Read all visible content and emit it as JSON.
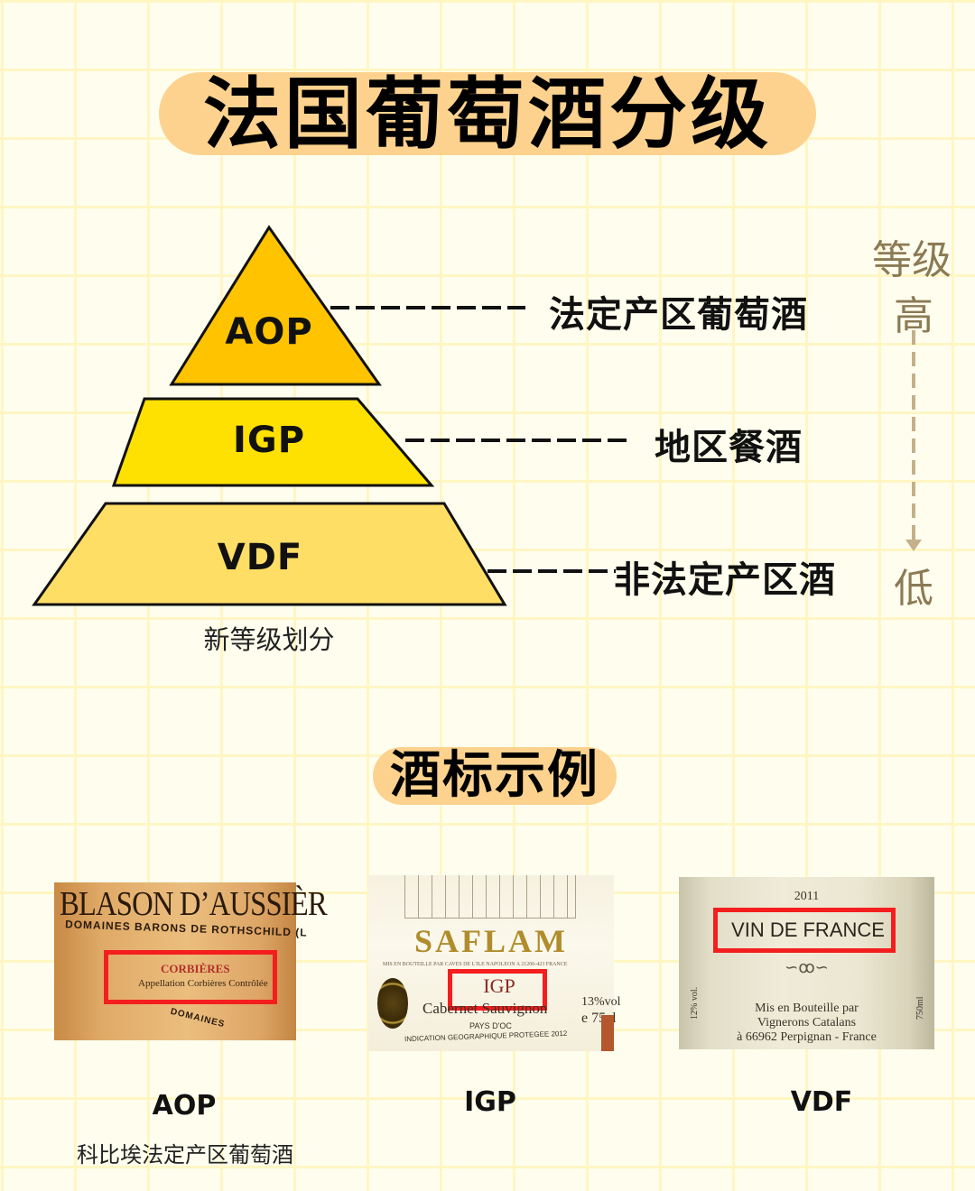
{
  "header": {
    "title": "法国葡萄酒分级"
  },
  "pyramid": {
    "caption": "新等级划分",
    "tiers": [
      {
        "code": "AOP",
        "description": "法定产区葡萄酒",
        "color": "#FFC300"
      },
      {
        "code": "IGP",
        "description": "地区餐酒",
        "color": "#FFE100"
      },
      {
        "code": "VDF",
        "description": "非法定产区酒",
        "color": "#FFDE66"
      }
    ],
    "scale": {
      "label": "等级",
      "high": "高",
      "low": "低",
      "text_color": "#8C7A55",
      "arrow_color": "#C4B08A"
    }
  },
  "examples": {
    "section_title": "酒标示例",
    "highlight_color": "#F41E1E",
    "items": [
      {
        "code": "AOP",
        "subtitle": "科比埃法定产区葡萄酒",
        "label_text": {
          "brand": "BLASON D’AUSSIÈR",
          "house": "DOMAINES BARONS DE ROTHSCHILD (L",
          "highlight_title": "CORBIÈRES",
          "highlight_line": "Appellation Corbières Contrôlée",
          "emblem": "DOMAINES"
        }
      },
      {
        "code": "IGP",
        "subtitle": "",
        "label_text": {
          "brand": "SAFLAM",
          "bottler": "MIS EN BOUTEILLE PAR CAVES DE L'ILE NAPOLEON A 21200-423 FRANCE",
          "highlight": "IGP",
          "varietal": "Cabernet Sauvignon",
          "region": "PAYS D'OC",
          "indication": "INDICATION GEOGRAPHIQUE PROTEGEE 2012",
          "abv": "13%vol",
          "volume": "e 75cl"
        }
      },
      {
        "code": "VDF",
        "subtitle": "",
        "label_text": {
          "vintage": "2011",
          "highlight": "VIN DE FRANCE",
          "ornament": "∽ꝏ∽",
          "line1": "Mis en Bouteille par",
          "line2": "Vignerons Catalans",
          "line3": "à 66962 Perpignan - France",
          "abv": "12% vol.",
          "volume": "750ml"
        }
      }
    ]
  }
}
